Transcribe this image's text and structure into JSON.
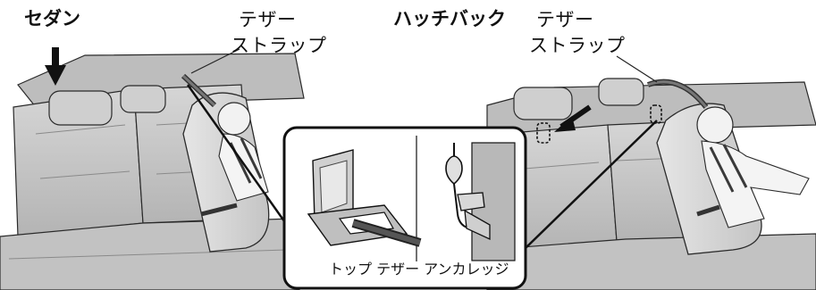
{
  "labels": {
    "sedan": "セダン",
    "hatchback": "ハッチバック",
    "tether_line1": "テザー",
    "tether_line2": "ストラップ",
    "anchorage": "トップ テザー アンカレッジ"
  },
  "icons": {
    "sedan_pointer": "arrow-down",
    "hatchback_pointer": "arrow-diagonal",
    "anchor_symbol": "tether-anchor-symbol"
  },
  "colors": {
    "seat_fill": "#c8c8c8",
    "seat_shade": "#a8a8a8",
    "line": "#1a1a1a",
    "inset_bg": "#ffffff",
    "panel_dark": "#b0b0b0"
  }
}
